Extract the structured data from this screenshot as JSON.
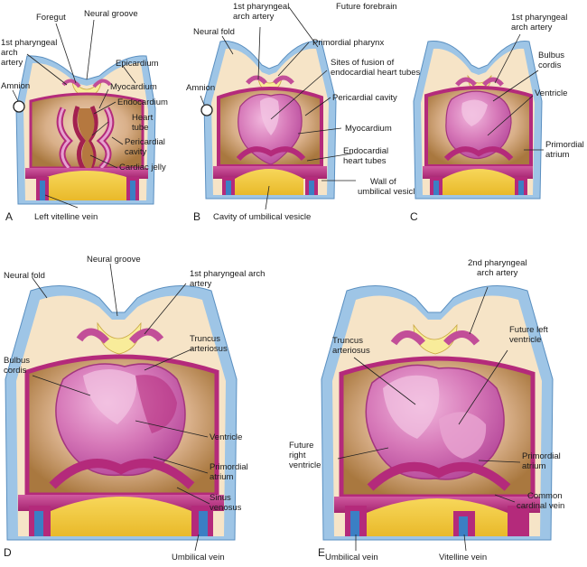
{
  "panels": {
    "A": {
      "letter": "A",
      "labels": {
        "foregut": "Foregut",
        "neural_groove": "Neural groove",
        "arch_artery": [
          "1st pharyngeal",
          "arch",
          "artery"
        ],
        "epicardium": "Epicardium",
        "amnion": "Amnion",
        "myocardium": "Myocardium",
        "endocardium": "Endocardium",
        "heart_tube": [
          "Heart",
          "tube"
        ],
        "pericardial_cavity": [
          "Pericardial",
          "cavity"
        ],
        "cardiac_jelly": "Cardiac jelly",
        "left_vitelline_vein": "Left vitelline vein"
      }
    },
    "B": {
      "letter": "B",
      "labels": {
        "arch_artery": [
          "1st pharyngeal",
          "arch artery"
        ],
        "neural_fold": "Neural fold",
        "amnion": "Amnion",
        "future_forebrain": "Future forebrain",
        "primordial_pharynx": "Primordial pharynx",
        "sites_fusion": [
          "Sites of fusion of",
          "endocardial heart tubes"
        ],
        "pericardial_cavity": "Pericardial cavity",
        "myocardium": "Myocardium",
        "endocardial_tubes": [
          "Endocardial",
          "heart tubes"
        ],
        "wall_umbilical": [
          "Wall of",
          "umbilical vesicle"
        ],
        "cavity_umbilical": "Cavity of umbilical vesicle"
      }
    },
    "C": {
      "letter": "C",
      "labels": {
        "arch_artery": [
          "1st pharyngeal",
          "arch artery"
        ],
        "bulbus_cordis": [
          "Bulbus",
          "cordis"
        ],
        "ventricle": "Ventricle",
        "primordial_atrium": [
          "Primordial",
          "atrium"
        ]
      }
    },
    "D": {
      "letter": "D",
      "labels": {
        "neural_groove": "Neural groove",
        "neural_fold": "Neural fold",
        "arch_artery": [
          "1st pharyngeal arch",
          "artery"
        ],
        "truncus": [
          "Truncus",
          "arteriosus"
        ],
        "bulbus_cordis": [
          "Bulbus",
          "cordis"
        ],
        "ventricle": "Ventricle",
        "primordial_atrium": [
          "Primordial",
          "atrium"
        ],
        "sinus_venosus": [
          "Sinus",
          "venosus"
        ],
        "umbilical_vein": "Umbilical vein"
      }
    },
    "E": {
      "letter": "E",
      "labels": {
        "second_arch_artery": [
          "2nd pharyngeal",
          "arch artery"
        ],
        "truncus": [
          "Truncus",
          "arteriosus"
        ],
        "future_left_ventricle": [
          "Future left",
          "ventricle"
        ],
        "future_right_ventricle": [
          "Future",
          "right",
          "ventricle"
        ],
        "primordial_atrium": [
          "Primordial",
          "atrium"
        ],
        "common_cardinal_vein": [
          "Common",
          "cardinal vein"
        ],
        "umbilical_vein": "Umbilical vein",
        "vitelline_vein": "Vitelline vein"
      }
    }
  },
  "colors": {
    "ectoderm_blue": "#9ec5e6",
    "mesoderm_tan": "#f6e4c7",
    "neural_yellow": "#f8ec9a",
    "heart_pink": "#d271b4",
    "myocardium_magenta": "#b42a7b",
    "pericardium_brown": "#b88a52",
    "yolk_yellow": "#f2cc3a",
    "vein_blue": "#3b7fc4"
  }
}
